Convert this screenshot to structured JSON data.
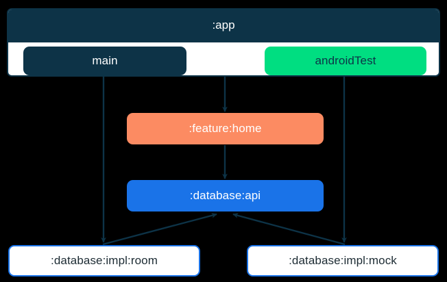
{
  "diagram": {
    "type": "module-dependency-graph",
    "background": "#000000",
    "cluster": {
      "name": "app-module-cluster",
      "title": ":app",
      "title_bg": "#0d3347",
      "title_color": "#ffffff",
      "body_bg": "#ffffff",
      "border_color": "#0d3347",
      "source_sets": [
        {
          "id": "main",
          "label": "main",
          "fill": "#0d3347",
          "text_color": "#ffffff"
        },
        {
          "id": "androidTest",
          "label": "androidTest",
          "fill": "#00de81",
          "text_color": "#0d3347"
        }
      ]
    },
    "nodes": [
      {
        "id": "feature-home",
        "label": ":feature:home",
        "fill": "#fc8b62",
        "text_color": "#ffffff",
        "style": "filled"
      },
      {
        "id": "database-api",
        "label": ":database:api",
        "fill": "#1a73e8",
        "text_color": "#ffffff",
        "style": "filled"
      },
      {
        "id": "database-impl-room",
        "label": ":database:impl:room",
        "fill": "#ffffff",
        "text_color": "#1c2b33",
        "border": "#1a73e8",
        "style": "outlined"
      },
      {
        "id": "database-impl-mock",
        "label": ":database:impl:mock",
        "fill": "#ffffff",
        "text_color": "#1c2b33",
        "border": "#1a73e8",
        "style": "outlined"
      }
    ],
    "edges": [
      {
        "id": "app-to-feature-home",
        "from": ":app",
        "to": ":feature:home",
        "kind": "straight-down",
        "color": "#0d3347"
      },
      {
        "id": "feature-home-to-database-api",
        "from": ":feature:home",
        "to": ":database:api",
        "kind": "straight-down",
        "color": "#0d3347"
      },
      {
        "id": "main-to-database-impl-room",
        "from": "main",
        "to": ":database:impl:room",
        "kind": "straight-down",
        "color": "#0d3347"
      },
      {
        "id": "androidtest-to-database-impl-mock",
        "from": "androidTest",
        "to": ":database:impl:mock",
        "kind": "straight-down",
        "color": "#0d3347"
      },
      {
        "id": "database-impl-room-to-database-api",
        "from": ":database:impl:room",
        "to": ":database:api",
        "kind": "diagonal-up-right",
        "color": "#0d3347"
      },
      {
        "id": "database-impl-mock-to-database-api",
        "from": ":database:impl:mock",
        "to": ":database:api",
        "kind": "diagonal-up-left",
        "color": "#0d3347"
      }
    ]
  }
}
